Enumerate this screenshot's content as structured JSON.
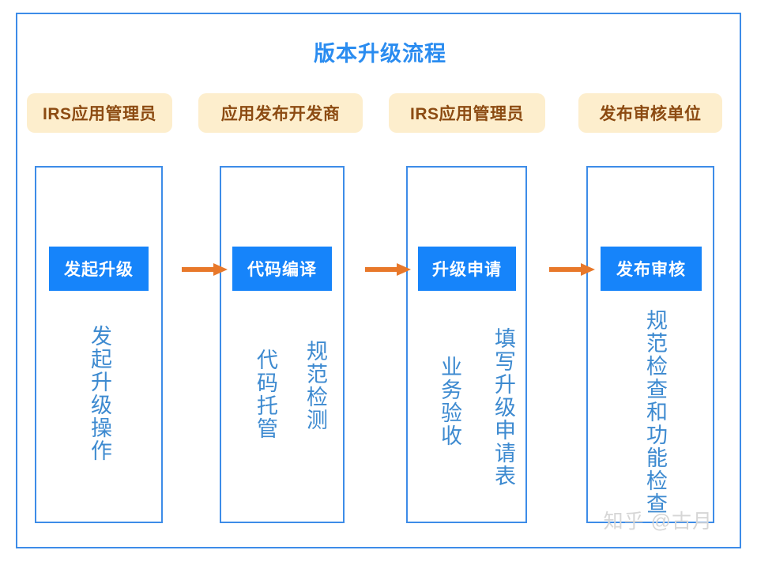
{
  "diagram": {
    "title": "版本升级流程",
    "colors": {
      "frame_border": "#3d8ce8",
      "title_blue": "#2a8cf0",
      "step_blue": "#1684fa",
      "chip_background": "#fdeecd",
      "chip_text": "#8c4b12",
      "vertical_text_blue": "#3d8ad0",
      "arrow_orange": "#e8782a",
      "watermark_gray": "#d6d6d6"
    },
    "roles": [
      {
        "label": "IRS应用管理员"
      },
      {
        "label": "应用发布开发商"
      },
      {
        "label": "IRS应用管理员"
      },
      {
        "label": "发布审核单位"
      }
    ],
    "lanes": [
      {
        "step": "发起升级",
        "details": [
          "发起升级操作"
        ]
      },
      {
        "step": "代码编译",
        "details": [
          "代码托管",
          "规范检测"
        ]
      },
      {
        "step": "升级申请",
        "details": [
          "业务验收",
          "填写升级申请表"
        ]
      },
      {
        "step": "发布审核",
        "details": [
          "规范检查和功能检查"
        ]
      }
    ],
    "arrows": [
      {
        "name": "arrow-step1-to-step2",
        "direction": "right"
      },
      {
        "name": "arrow-step2-to-step3",
        "direction": "right"
      },
      {
        "name": "arrow-step3-to-step4",
        "direction": "right"
      }
    ],
    "watermark": "知乎 @古月"
  }
}
